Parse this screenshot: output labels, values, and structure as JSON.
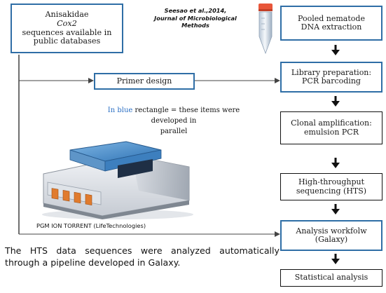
{
  "citation": {
    "line1": "Seesao et al.,2014,",
    "line2": "Journal of Microbiological",
    "line3": "Methods"
  },
  "left_box": {
    "line1_pre": "Anisakidae ",
    "line1_italic": "Cox2",
    "line2": "sequences available in",
    "line3": "public databases"
  },
  "primer_box": {
    "label": "Primer design"
  },
  "note": {
    "blue_word": "In blue",
    "rest_line1": " rectangle = these items were developed in",
    "line2": "parallel"
  },
  "equipment_caption": "PGM ION TORRENT (LifeTechnologies)",
  "summary_text": "The HTS data sequences were analyzed automatically through a pipeline developed in Galaxy.",
  "workflow_steps": [
    {
      "line1": "Pooled nematode",
      "line2": "DNA extraction"
    },
    {
      "line1": "Library preparation:",
      "line2": "PCR barcoding"
    },
    {
      "line1": "Clonal amplification:",
      "line2": "emulsion PCR"
    },
    {
      "line1": "High-throughput",
      "line2": "sequencing (HTS)"
    },
    {
      "line1": "Analysis workfolw",
      "line2": "(Galaxy)"
    },
    {
      "line1": "Statistical analysis",
      "line2": ""
    }
  ],
  "colors": {
    "blue_border": "#2f6ea6",
    "blue_text": "#2a6fc4",
    "black": "#111111"
  },
  "icons": [
    "dna-tube-icon",
    "sequencer-machine-icon"
  ]
}
